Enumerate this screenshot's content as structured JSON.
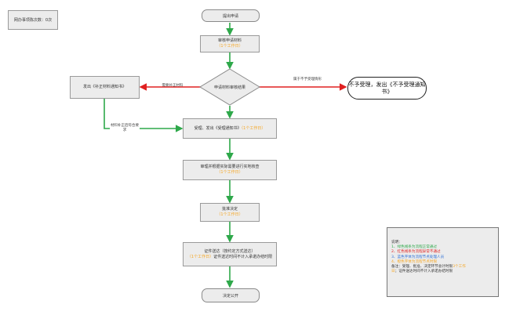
{
  "stats_label": "网办事项陈次数：0次",
  "nodes": {
    "start": "提出申请",
    "review_title": "审核申请材料",
    "review_time": "（1个工作日）",
    "decision": "申请材料审核结果",
    "supplement": "发出《补正材料通知书》",
    "refuse": "不予受理，发出《不予受理通知书》",
    "accept_title": "受理、发出《受理通知书》",
    "accept_time": "（1个工作日）",
    "check_title": "审理并根据实际需要进行实地核查",
    "check_time": "（1个工作日）",
    "approve_title": "批准决定",
    "approve_time": "（1个工作日）",
    "deliver_title": "证件送达（按约定方式送达）",
    "deliver_time": "（1个工作日）",
    "deliver_note": "证件送达时间不计入承诺办结时限",
    "end": "决定公开"
  },
  "edge_labels": {
    "need_supplement": "需要补正材料",
    "not_in_scope": "属于不予受理情形",
    "supplement_done": "材料补正后符合要求"
  },
  "legend": {
    "heading": "说明：",
    "items": [
      {
        "text": "1、绿色线条为流程正常通过",
        "color": "#2ea84a"
      },
      {
        "text": "2、红色线条为流程异常不通过",
        "color": "#e02020"
      },
      {
        "text": "3、蓝色字体为流程节点处理人员",
        "color": "#2f6fd6"
      },
      {
        "text": "4、橙色字体为流程节点时限",
        "color": "#f5a623"
      }
    ],
    "note_prefix": "备注：受理、批准、决定环节总计时限",
    "note_highlight": "3个工作",
    "note_suffix": "日；证件送达时间不计入承诺办结时限"
  },
  "colors": {
    "green": "#2ea84a",
    "red": "#e02020",
    "node_fill": "#ececec",
    "time_text": "#f5a623"
  }
}
